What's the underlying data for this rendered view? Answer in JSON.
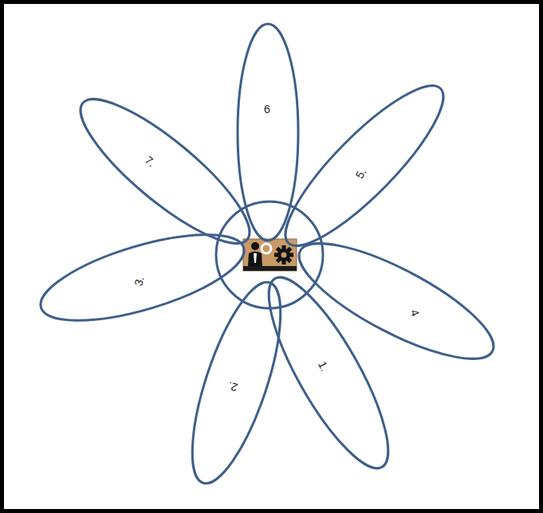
{
  "diagram": {
    "nodes": [
      {
        "text": [
          "1."
        ]
      },
      {
        "text": [
          "2."
        ]
      },
      {
        "text": [
          "3."
        ]
      },
      {
        "text": [
          "4"
        ]
      },
      {
        "text": [
          "5."
        ]
      },
      {
        "text": [
          "6"
        ]
      },
      {
        "text": [
          "7."
        ]
      }
    ]
  }
}
